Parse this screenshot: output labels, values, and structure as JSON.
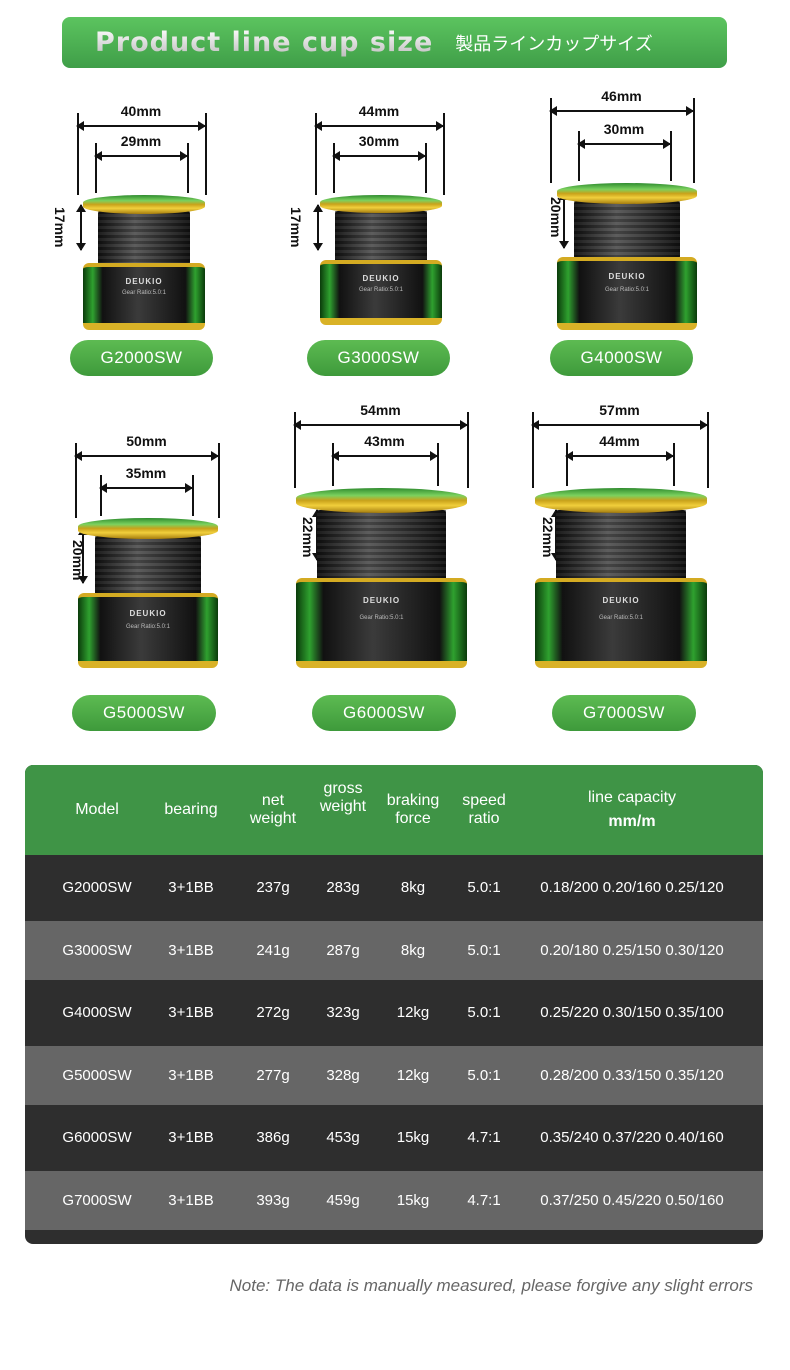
{
  "banner": {
    "title": "Product line cup size",
    "subtitle": "製品ラインカップサイズ"
  },
  "products": [
    {
      "model": "G2000SW",
      "outer": "40mm",
      "inner": "29mm",
      "height": "17mm"
    },
    {
      "model": "G3000SW",
      "outer": "44mm",
      "inner": "30mm",
      "height": "17mm"
    },
    {
      "model": "G4000SW",
      "outer": "46mm",
      "inner": "30mm",
      "height": "20mm"
    },
    {
      "model": "G5000SW",
      "outer": "50mm",
      "inner": "35mm",
      "height": "20mm"
    },
    {
      "model": "G6000SW",
      "outer": "54mm",
      "inner": "43mm",
      "height": "22mm"
    },
    {
      "model": "G7000SW",
      "outer": "57mm",
      "inner": "44mm",
      "height": "22mm"
    }
  ],
  "spool": {
    "brand": "DEUKIO",
    "gear_label": "Gear Ratio:5.0:1"
  },
  "table": {
    "headers": {
      "model": "Model",
      "bearing": "bearing",
      "net1": "net",
      "net2": "weight",
      "gross1": "gross",
      "gross2": "weight",
      "brake1": "braking",
      "brake2": "force",
      "speed1": "speed",
      "speed2": "ratio",
      "cap1": "line capacity",
      "cap2": "mm/m"
    },
    "rows": [
      {
        "model": "G2000SW",
        "bearing": "3+1BB",
        "net": "237g",
        "gross": "283g",
        "brake": "8kg",
        "ratio": "5.0:1",
        "capacity": "0.18/200 0.20/160 0.25/120"
      },
      {
        "model": "G3000SW",
        "bearing": "3+1BB",
        "net": "241g",
        "gross": "287g",
        "brake": "8kg",
        "ratio": "5.0:1",
        "capacity": "0.20/180 0.25/150 0.30/120"
      },
      {
        "model": "G4000SW",
        "bearing": "3+1BB",
        "net": "272g",
        "gross": "323g",
        "brake": "12kg",
        "ratio": "5.0:1",
        "capacity": "0.25/220 0.30/150 0.35/100"
      },
      {
        "model": "G5000SW",
        "bearing": "3+1BB",
        "net": "277g",
        "gross": "328g",
        "brake": "12kg",
        "ratio": "5.0:1",
        "capacity": "0.28/200 0.33/150 0.35/120"
      },
      {
        "model": "G6000SW",
        "bearing": "3+1BB",
        "net": "386g",
        "gross": "453g",
        "brake": "15kg",
        "ratio": "4.7:1",
        "capacity": "0.35/240 0.37/220 0.40/160"
      },
      {
        "model": "G7000SW",
        "bearing": "3+1BB",
        "net": "393g",
        "gross": "459g",
        "brake": "15kg",
        "ratio": "4.7:1",
        "capacity": "0.37/250 0.45/220 0.50/160"
      }
    ]
  },
  "note": "Note: The data is manually measured, please forgive any slight errors"
}
